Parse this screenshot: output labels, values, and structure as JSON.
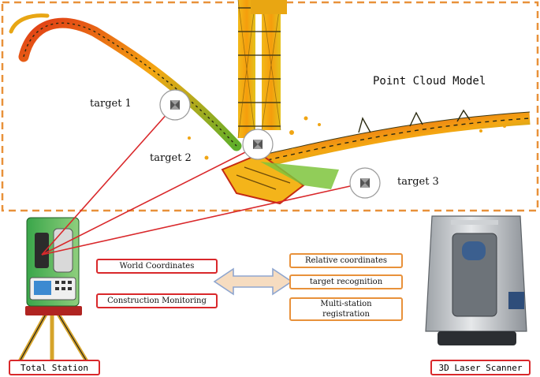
{
  "title": "Point Cloud Model",
  "targets": [
    {
      "label": "target 1"
    },
    {
      "label": "target 2"
    },
    {
      "label": "target 3"
    }
  ],
  "left_boxes": [
    "World Coordinates",
    "Construction Monitoring"
  ],
  "right_boxes": [
    "Relative coordinates",
    "target recognition",
    "Multi-station registration"
  ],
  "devices": {
    "left": "Total Station",
    "right": "3D Laser Scanner"
  },
  "colors": {
    "dashed_border": "#e8913a",
    "ray": "#d9282b",
    "red_box": "#d9282b",
    "orange_box": "#e8913a",
    "arrow_fill": "#f6dcc0",
    "arrow_stroke": "#8fa6cf"
  }
}
